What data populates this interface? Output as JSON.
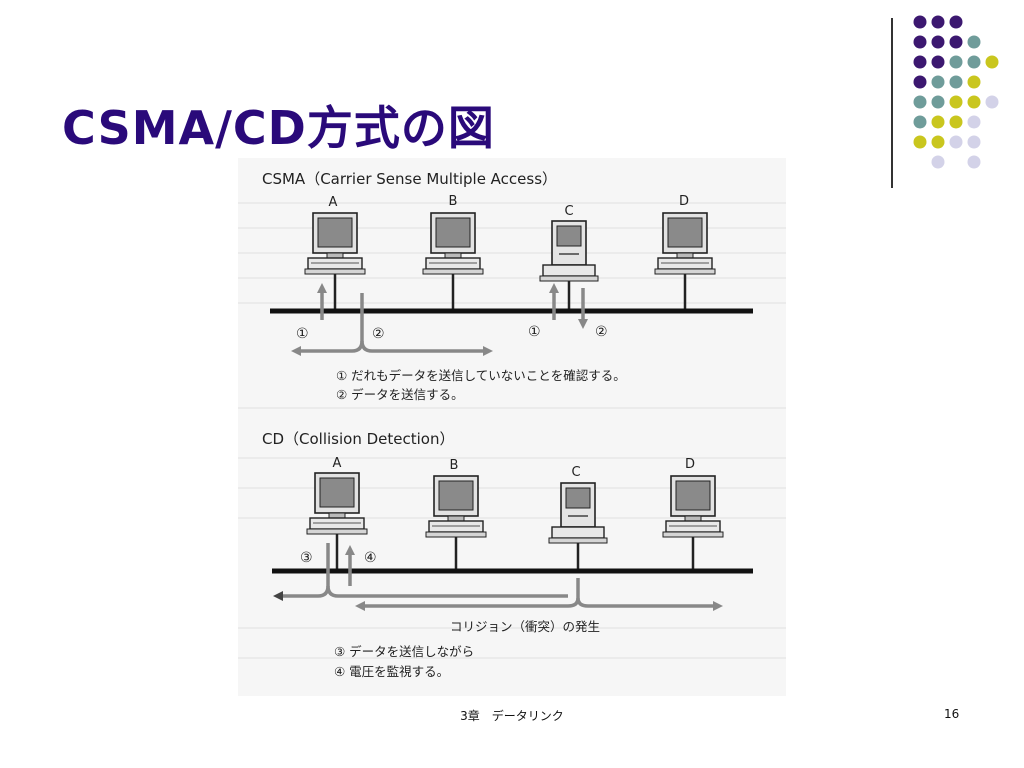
{
  "slide": {
    "title": "CSMA/CD方式の図",
    "footer": "3章　データリンク",
    "page_number": "16"
  },
  "figure": {
    "csma_header": "CSMA（Carrier Sense Multiple Access）",
    "cd_header": "CD（Collision Detection）",
    "node_labels": [
      "A",
      "B",
      "C",
      "D"
    ],
    "markers": {
      "m1": "①",
      "m2": "②",
      "m3": "③",
      "m4": "④"
    },
    "csma_notes": [
      "① だれもデータを送信していないことを確認する。",
      "② データを送信する。"
    ],
    "collision_label": "コリジョン（衝突）の発生",
    "cd_notes": [
      "③ データを送信しながら",
      "④ 電圧を監視する。"
    ]
  },
  "colors": {
    "title": "#2a0a7a",
    "dot_purple": "#3c1870",
    "dot_teal": "#6f9c9a",
    "dot_yellow": "#c9c61e",
    "dot_lavender": "#d3d2e8"
  }
}
